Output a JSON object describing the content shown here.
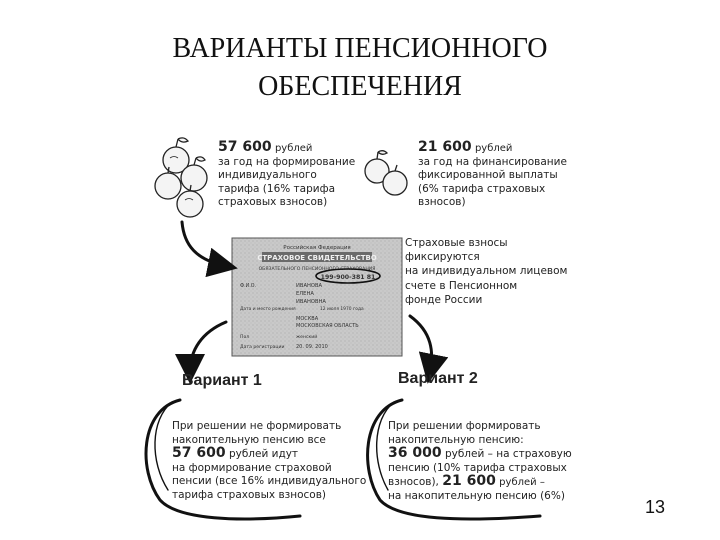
{
  "title": {
    "line1": "ВАРИАНТЫ ПЕНСИОННОГО",
    "line2": "ОБЕСПЕЧЕНИЯ"
  },
  "left_block": {
    "amount": "57 600",
    "unit": "рублей",
    "lines": [
      "за год на формирование",
      "индивидуального",
      "тарифа (16% тарифа",
      "страховых взносов)"
    ]
  },
  "right_block": {
    "amount": "21 600",
    "unit": "рублей",
    "lines": [
      "за год на финансирование",
      "фиксированной выплаты",
      "(6% тарифа страховых",
      "взносов)"
    ]
  },
  "middle_note": {
    "lines": [
      "Страховые взносы",
      "фиксируются",
      "на индивидуальном лицевом",
      "счете в Пенсионном",
      "фонде России"
    ]
  },
  "certificate": {
    "header_small": "Российская Федерация",
    "header_main": "СТРАХОВОЕ СВИДЕТЕЛЬСТВО",
    "header_sub": "ОБЯЗАТЕЛЬНОГО ПЕНСИОННОГО СТРАХОВАНИЯ",
    "number": "199-900-381 81",
    "fio_label": "Ф.И.О.",
    "name_lines": [
      "ИВАНОВА",
      "ЕЛЕНА",
      "ИВАНОВНА"
    ],
    "birth_label": "Дата и место рождения",
    "birth_date": "12 июля 1970 года",
    "place_lines": [
      "МОСКВА",
      "МОСКОВСКАЯ ОБЛАСТЬ"
    ],
    "sex_label": "Пол",
    "sex_value": "женский",
    "reg_label": "Дата регистрации",
    "reg_date": "20. 09. 2010"
  },
  "variant1": {
    "label": "Вариант 1",
    "lines": [
      "При решении не формировать",
      "накопительную пенсию все"
    ],
    "amount": "57 600",
    "amount_suffix": "рублей идут",
    "tail_lines": [
      "на формирование страховой",
      "пенсии (все 16% индивидуального",
      "тарифа страховых взносов)"
    ]
  },
  "variant2": {
    "label": "Вариант 2",
    "lines": [
      "При решении формировать",
      "накопительную пенсию:"
    ],
    "amount1": "36 000",
    "amount1_suffix": "рублей – на страховую",
    "mid_lines": [
      "пенсию (10% тарифа страховых"
    ],
    "prefix2": "взносов),",
    "amount2": "21 600",
    "amount2_suffix": "рублей –",
    "tail_line": "на накопительную пенсию (6%)"
  },
  "page_number": "13"
}
